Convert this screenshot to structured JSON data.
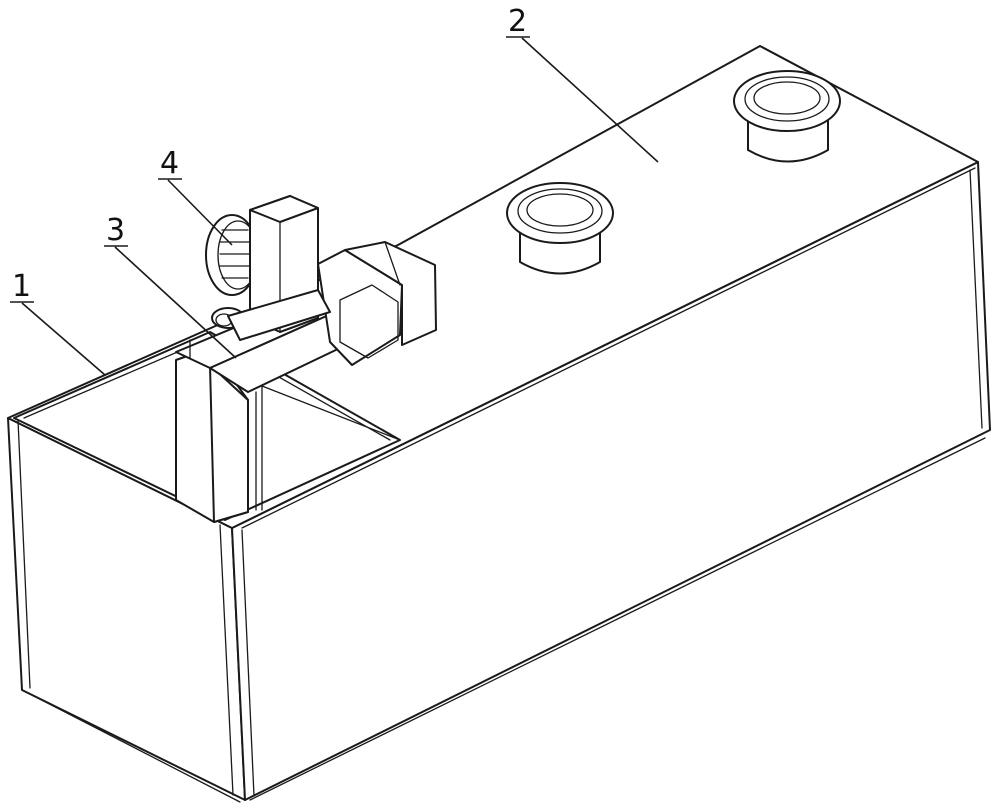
{
  "labels": {
    "part_1": "1",
    "part_2": "2",
    "part_3": "3",
    "part_4": "4"
  },
  "colors": {
    "line": "#1a1a1a",
    "background": "#ffffff"
  }
}
